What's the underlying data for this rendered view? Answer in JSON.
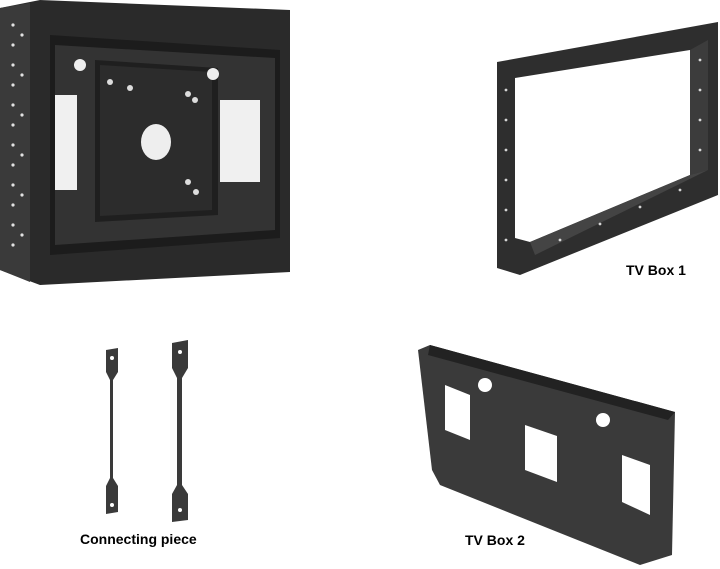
{
  "labels": {
    "tv_box_1": "TV Box 1",
    "connecting_piece": "Connecting piece",
    "tv_box_2": "TV Box 2"
  },
  "colors": {
    "metal_dark": "#2b2b2b",
    "metal_mid": "#3d3d3d",
    "metal_light": "#555555",
    "background": "#ffffff"
  }
}
